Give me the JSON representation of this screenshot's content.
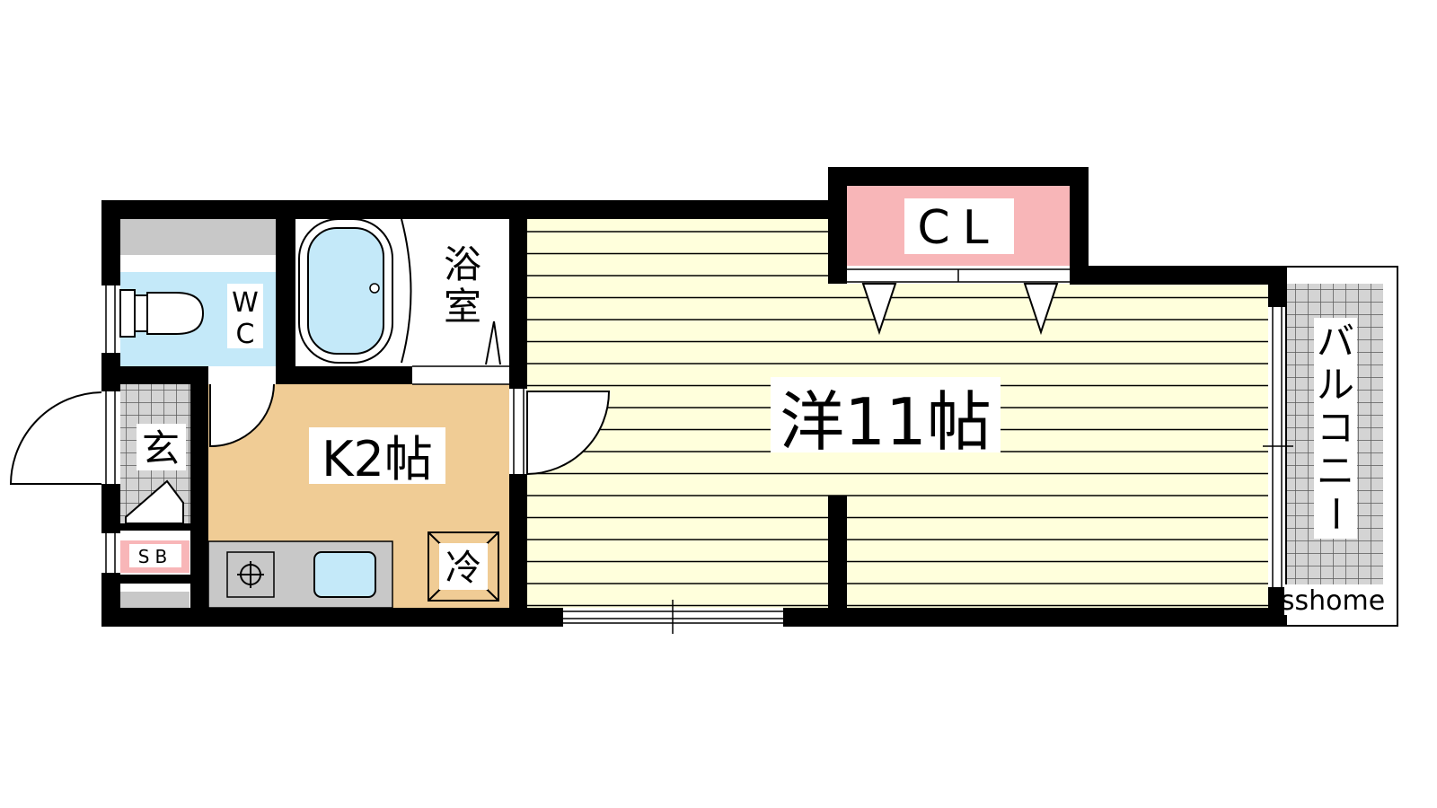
{
  "floorplan": {
    "rooms": {
      "western_room": {
        "name": "洋",
        "size": "11",
        "unit": "帖"
      },
      "kitchen": {
        "name": "K",
        "size": "2",
        "unit": "帖"
      },
      "bathroom": {
        "line1": "浴",
        "line2": "室"
      },
      "toilet": {
        "line1": "W",
        "line2": "C"
      },
      "closet": {
        "label": "CL"
      },
      "entrance": {
        "label": "玄"
      },
      "shoe_box": {
        "label": "SB"
      },
      "refrigerator": {
        "label": "冷"
      },
      "balcony": {
        "chars": [
          "バ",
          "ル",
          "コ",
          "ニ",
          "ー"
        ]
      }
    },
    "watermark": "sshome",
    "colors": {
      "wall": "#000000",
      "western_floor": "#FFFFDC",
      "floor_lines": "#000000",
      "kitchen_floor": "#F0CC95",
      "toilet_floor": "#C4E9F9",
      "bathtub": "#C4E9F9",
      "closet": "#F8B6B8",
      "shoe_box": "#F8B6B8",
      "tile": "#C8C8C8",
      "counter": "#C8C8C8",
      "sink": "#C4E9F9"
    }
  }
}
